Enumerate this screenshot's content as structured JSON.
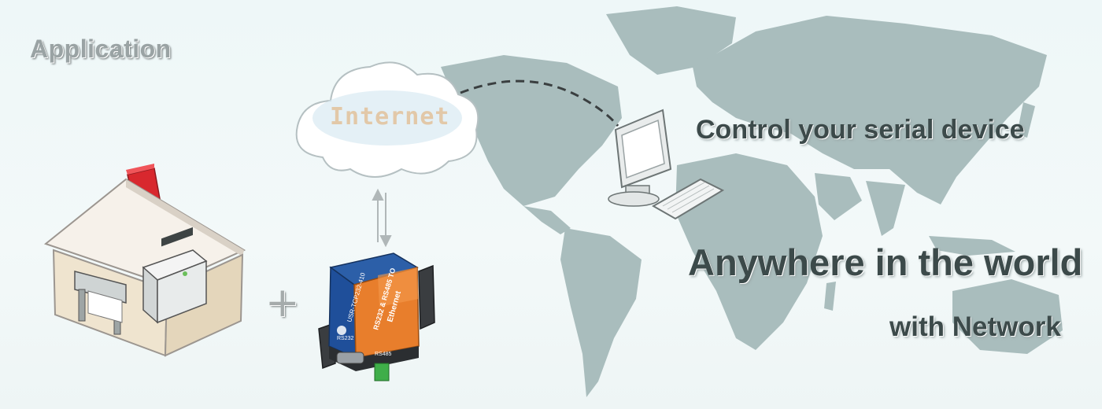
{
  "heading": "Application",
  "cloud_label": "Internet",
  "plus_sign": "+",
  "taglines": {
    "line1": "Control your serial device",
    "line2": "Anywhere in the world",
    "line3": "with Network"
  },
  "device_labels": {
    "brand": "USR-TCP232-410",
    "line2": "RS232 & RS485 TO",
    "line3": "Ethernet",
    "port1": "RS232",
    "port2": "RS485"
  },
  "colors": {
    "map": "#a9bdbd",
    "device_orange": "#e87e2c",
    "device_blue": "#1f4f9a",
    "roof_red": "#d8282e"
  }
}
